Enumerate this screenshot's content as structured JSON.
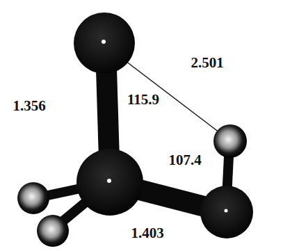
{
  "diagram": {
    "labels": [
      "1.356",
      "115.9",
      "2.501",
      "107.4",
      "1.403"
    ]
  }
}
